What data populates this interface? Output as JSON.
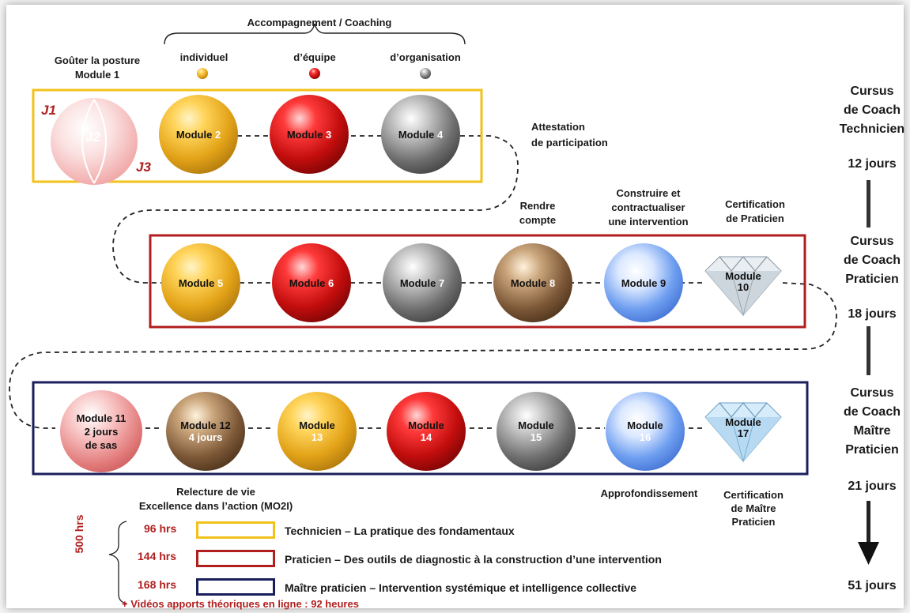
{
  "coaching": {
    "title": "Accompagnement / Coaching",
    "individual": "individuel",
    "team": "d’équipe",
    "organisation": "d’organisation"
  },
  "module1": {
    "caption_line1": "Goûter la posture",
    "caption_line2": "Module 1",
    "j1": "J1",
    "j2": "J2",
    "j3": "J3"
  },
  "row1": {
    "m2": {
      "label": "Module",
      "num": "2"
    },
    "m3": {
      "label": "Module",
      "num": "3"
    },
    "m4": {
      "label": "Module",
      "num": "4"
    },
    "attestation_line1": "Attestation",
    "attestation_line2": "de participation"
  },
  "row2": {
    "rendre_line1": "Rendre",
    "rendre_line2": "compte",
    "construire_line1": "Construire et",
    "construire_line2": "contractualiser",
    "construire_line3": "une intervention",
    "cert_line1": "Certification",
    "cert_line2": "de Praticien",
    "m5": {
      "label": "Module",
      "num": "5"
    },
    "m6": {
      "label": "Module",
      "num": "6"
    },
    "m7": {
      "label": "Module",
      "num": "7"
    },
    "m8": {
      "label": "Module",
      "num": "8"
    },
    "m9": {
      "label": "Module",
      "num": "9"
    },
    "m10": {
      "label": "Module",
      "num": "10"
    }
  },
  "row3": {
    "m11_line1": "Module 11",
    "m11_line2": "2 jours",
    "m11_line3": "de sas",
    "m12": {
      "label": "Module",
      "num": "12",
      "extra": "4 jours"
    },
    "m13": {
      "label": "Module",
      "num": "13"
    },
    "m14": {
      "label": "Module",
      "num": "14"
    },
    "m15": {
      "label": "Module",
      "num": "15"
    },
    "m16": {
      "label": "Module",
      "num": "16"
    },
    "m17": {
      "label": "Module",
      "num": "17"
    },
    "relecture_line1": "Relecture de vie",
    "relecture_line2": "Excellence dans l’action (MO2I)",
    "approfondissement": "Approfondissement",
    "cert_line1": "Certification",
    "cert_line2": "de Maître",
    "cert_line3": "Praticien"
  },
  "right_column": {
    "tech": [
      "Cursus",
      "de Coach",
      "Technicien"
    ],
    "tech_days": "12 jours",
    "prac": [
      "Cursus",
      "de Coach",
      "Praticien"
    ],
    "prac_days": "18 jours",
    "master": [
      "Cursus",
      "de Coach",
      "Maître",
      "Praticien"
    ],
    "master_days": "21 jours",
    "total_days": "51 jours"
  },
  "legend": {
    "total": "500 hrs",
    "items": [
      {
        "hours": "96 hrs",
        "text": "Technicien – La pratique des fondamentaux",
        "color": "#f2c21b"
      },
      {
        "hours": "144 hrs",
        "text": "Praticien – Des outils de diagnostic à la construction d’une intervention",
        "color": "#b01e1e"
      },
      {
        "hours": "168 hrs",
        "text": "Maître praticien – Intervention systémique et intelligence collective",
        "color": "#1a1f5c"
      }
    ],
    "videos": "+ Vidéos apports théoriques en ligne : 92 heures"
  }
}
